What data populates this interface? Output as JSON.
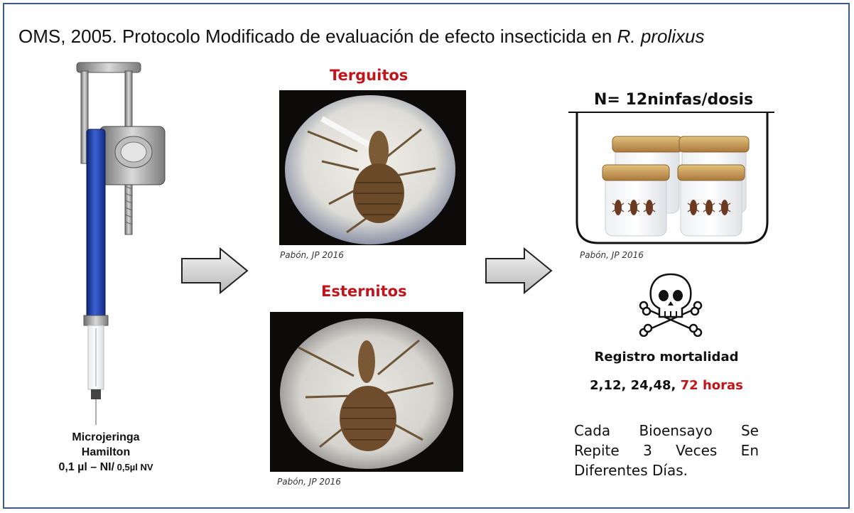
{
  "title": {
    "prefix": "OMS, 2005.  Protocolo Modificado de evaluación de efecto insecticida en ",
    "species": "R. prolixus"
  },
  "syringe": {
    "line1": "Microjeringa",
    "line2": "Hamilton",
    "line3_main": "0,1 µl – NI/",
    "line3_small": " 0,5µl NV"
  },
  "photos": {
    "terguitos_heading": "Terguitos",
    "esternitos_heading": "Esternitos",
    "credit_terguitos": "Pabón, JP 2016",
    "credit_esternitos": "Pabón, JP 2016",
    "credit_jars": "Pabón, JP 2016"
  },
  "sample": {
    "n_label": "N= 12ninfas/dosis"
  },
  "mortality": {
    "registro": "Registro mortalidad",
    "hours_black": "2,12, 24,48, ",
    "hours_red": "72 horas",
    "note": "Cada Bioensayo Se Repite 3 Veces En Diferentes Días."
  },
  "colors": {
    "frame": "#3d5a8c",
    "accent_red": "#c0151b",
    "syringe_blue": "#1f3f9c"
  },
  "icons": [
    "syringe-icon",
    "arrow-right-icon",
    "skull-crossbones-icon",
    "jar-icon"
  ]
}
